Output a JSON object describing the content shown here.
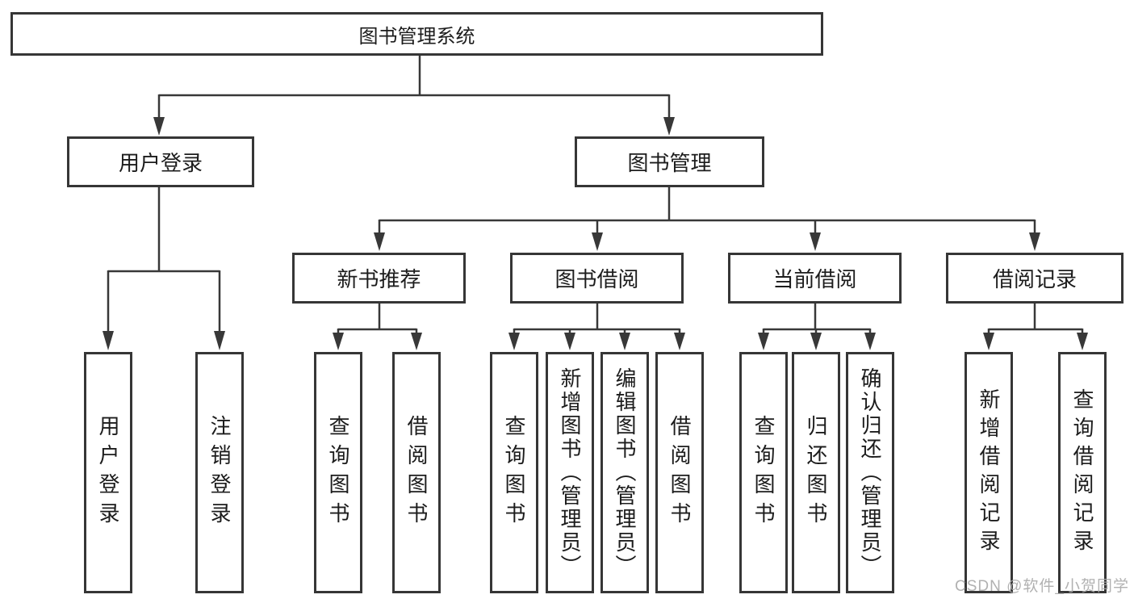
{
  "diagram": {
    "title": "图书管理系统",
    "colors": {
      "background": "#ffffff",
      "line": "#383838",
      "box_border": "#363636",
      "text": "#1c1c1c",
      "watermark": "#a9a9a9"
    },
    "root": {
      "label": "图书管理系统"
    },
    "level2": {
      "user_login": {
        "label": "用户登录"
      },
      "book_management": {
        "label": "图书管理"
      }
    },
    "level3": {
      "new_book_recommendation": {
        "label": "新书推荐"
      },
      "book_borrowing": {
        "label": "图书借阅"
      },
      "current_borrowing": {
        "label": "当前借阅"
      },
      "borrowing_records": {
        "label": "借阅记录"
      }
    },
    "leaves": {
      "user_login": [
        "用户登录",
        "注销登录"
      ],
      "new_book_recommendation": [
        "查询图书",
        "借阅图书"
      ],
      "book_borrowing": [
        "查询图书",
        "新增图书（管理员）",
        "编辑图书（管理员）",
        "借阅图书"
      ],
      "current_borrowing": [
        "查询图书",
        "归还图书",
        "确认归还（管理员）"
      ],
      "borrowing_records": [
        "新增借阅记录",
        "查询借阅记录"
      ]
    },
    "watermark": "CSDN @软件_小贺同学"
  }
}
